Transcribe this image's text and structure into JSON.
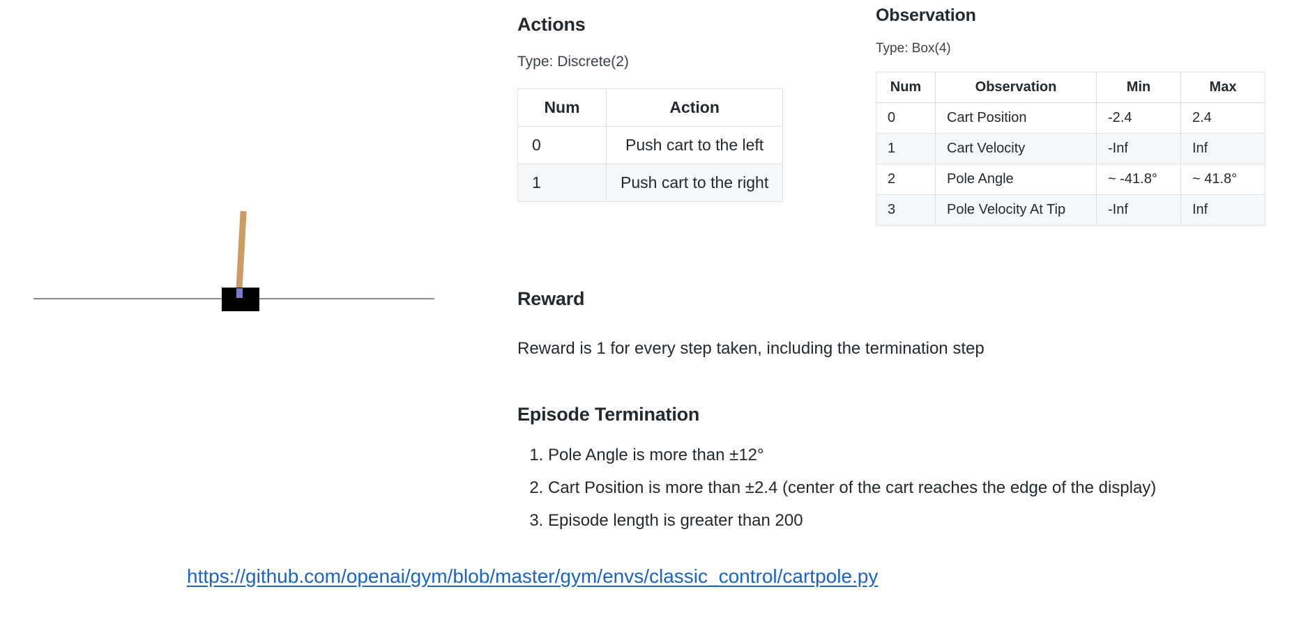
{
  "figure": {
    "name": "CartPole environment illustration",
    "parts": {
      "track": "horizontal-track-line",
      "cart": "black-cart-box",
      "pole": "tan-pole",
      "axle": "blue-axle-dot"
    },
    "colors": {
      "pole": "#cc9a63",
      "cart": "#000000",
      "axle": "#7a7ad0",
      "track": "#8a8a8a"
    }
  },
  "actions": {
    "heading": "Actions",
    "type_line": "Type: Discrete(2)",
    "table": {
      "headers": [
        "Num",
        "Action"
      ],
      "rows": [
        [
          "0",
          "Push cart to the left"
        ],
        [
          "1",
          "Push cart to the right"
        ]
      ]
    }
  },
  "observation": {
    "heading": "Observation",
    "type_line": "Type: Box(4)",
    "table": {
      "headers": [
        "Num",
        "Observation",
        "Min",
        "Max"
      ],
      "rows": [
        [
          "0",
          "Cart Position",
          "-2.4",
          "2.4"
        ],
        [
          "1",
          "Cart Velocity",
          "-Inf",
          "Inf"
        ],
        [
          "2",
          "Pole Angle",
          "~ -41.8°",
          "~ 41.8°"
        ],
        [
          "3",
          "Pole Velocity At Tip",
          "-Inf",
          "Inf"
        ]
      ]
    }
  },
  "reward": {
    "heading": "Reward",
    "text": "Reward is 1 for every step taken, including the termination step"
  },
  "termination": {
    "heading": "Episode Termination",
    "items": [
      "Pole Angle is more than ±12°",
      "Cart Position is more than ±2.4 (center of the cart reaches the edge of the display)",
      "Episode length is greater than 200"
    ]
  },
  "source": {
    "url_text": "https://github.com/openai/gym/blob/master/gym/envs/classic_control/cartpole.py",
    "color": "#1a63c7"
  }
}
